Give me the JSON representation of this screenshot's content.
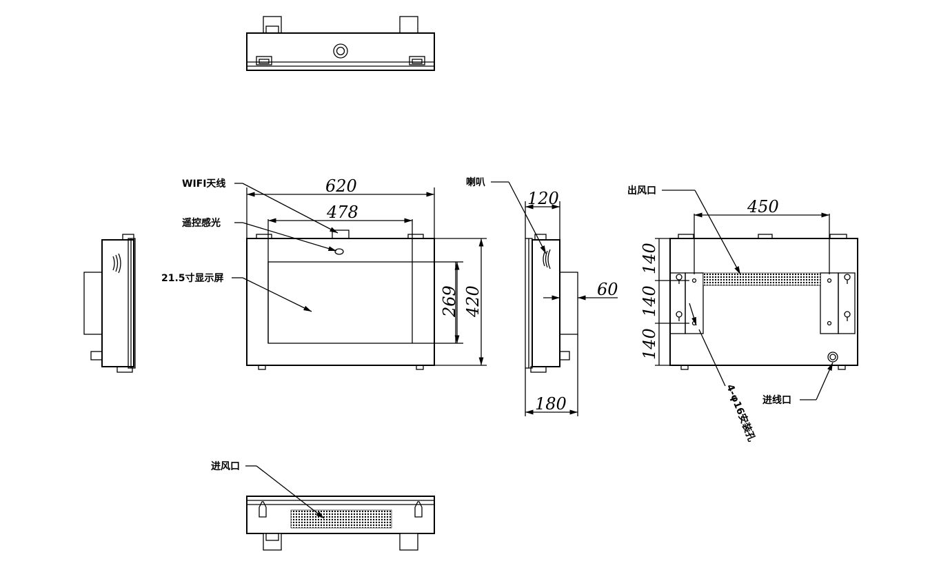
{
  "dimensions": {
    "front_width": "620",
    "front_inner_width": "478",
    "front_screen_height": "269",
    "front_height": "420",
    "side_depth_top": "120",
    "side_protrusion": "60",
    "side_depth_bottom": "180",
    "rear_hole_spacing": "450",
    "rear_v1": "140",
    "rear_v2": "140",
    "rear_v3": "140"
  },
  "labels": {
    "wifi_antenna": "WIFI天线",
    "remote_sensor": "遥控感光",
    "display": "21.5寸显示屏",
    "speaker": "喇叭",
    "air_outlet": "出风口",
    "cable_inlet": "进线口",
    "air_inlet": "进风口",
    "mount_holes": "4-φ16安装孔"
  },
  "colors": {
    "line": "#000000",
    "background": "#ffffff"
  }
}
